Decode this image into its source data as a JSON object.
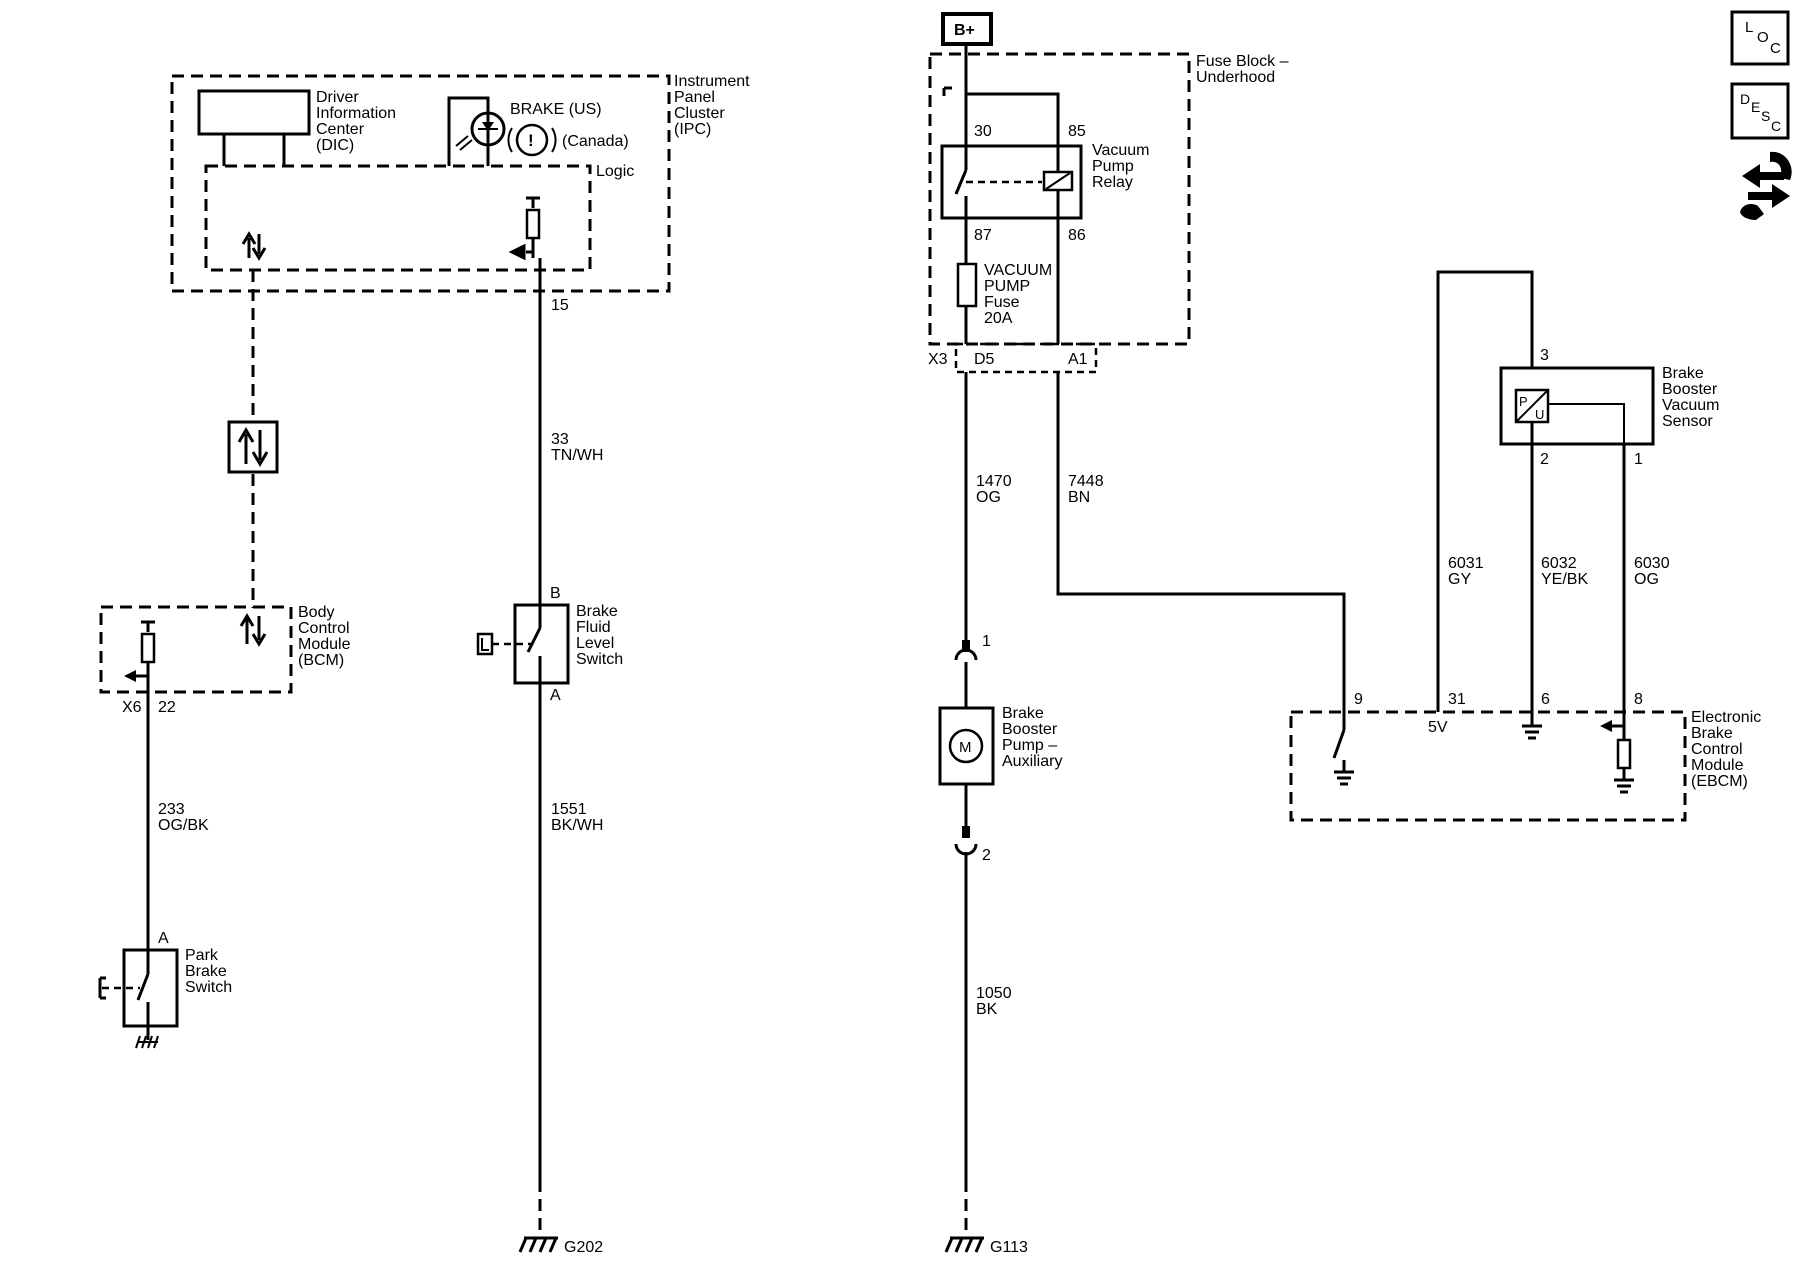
{
  "icons": [
    "loc-icon",
    "desc-icon",
    "wrench-arrows-icon"
  ],
  "power": {
    "label": "B+"
  },
  "ipc": {
    "name": [
      "Instrument",
      "Panel",
      "Cluster",
      "(IPC)"
    ],
    "dic": [
      "Driver",
      "Information",
      "Center",
      "(DIC)"
    ],
    "brake_us": "BRAKE (US)",
    "brake_canada": "(Canada)",
    "logic": "Logic",
    "pin": "15"
  },
  "bcm": {
    "name": [
      "Body",
      "Control",
      "Module",
      "(BCM)"
    ],
    "connector": "X6",
    "pin": "22"
  },
  "park_brake": {
    "name": [
      "Park",
      "Brake",
      "Switch"
    ],
    "pin": "A"
  },
  "brake_fluid": {
    "name": [
      "Brake",
      "Fluid",
      "Level",
      "Switch"
    ],
    "pin_top": "B",
    "pin_bottom": "A"
  },
  "wires": {
    "w33": [
      "33",
      "TN/WH"
    ],
    "w233": [
      "233",
      "OG/BK"
    ],
    "w1551": [
      "1551",
      "BK/WH"
    ],
    "w1470": [
      "1470",
      "OG"
    ],
    "w7448": [
      "7448",
      "BN"
    ],
    "w1050": [
      "1050",
      "BK"
    ],
    "w6031": [
      "6031",
      "GY"
    ],
    "w6032": [
      "6032",
      "YE/BK"
    ],
    "w6030": [
      "6030",
      "OG"
    ]
  },
  "grounds": {
    "left": "G202",
    "right": "G113"
  },
  "fuse_block": {
    "name": [
      "Fuse Block –",
      "Underhood"
    ],
    "relay": [
      "Vacuum",
      "Pump",
      "Relay"
    ],
    "relay_pins": [
      "30",
      "85",
      "87",
      "86"
    ],
    "fuse": [
      "VACUUM",
      "PUMP",
      "Fuse",
      "20A"
    ],
    "connector": "X3",
    "pins": [
      "D5",
      "A1"
    ]
  },
  "pump": {
    "name": [
      "Brake",
      "Booster",
      "Pump –",
      "Auxiliary"
    ],
    "symbol": "M",
    "pin_top": "1",
    "pin_bottom": "2"
  },
  "sensor": {
    "name": [
      "Brake",
      "Booster",
      "Vacuum",
      "Sensor"
    ],
    "pins": [
      "3",
      "2",
      "1"
    ],
    "symbol_p": "P",
    "symbol_u": "U"
  },
  "ebcm": {
    "name": [
      "Electronic",
      "Brake",
      "Control",
      "Module",
      "(EBCM)"
    ],
    "pins": [
      "9",
      "31",
      "6",
      "8"
    ],
    "voltage": "5V"
  }
}
